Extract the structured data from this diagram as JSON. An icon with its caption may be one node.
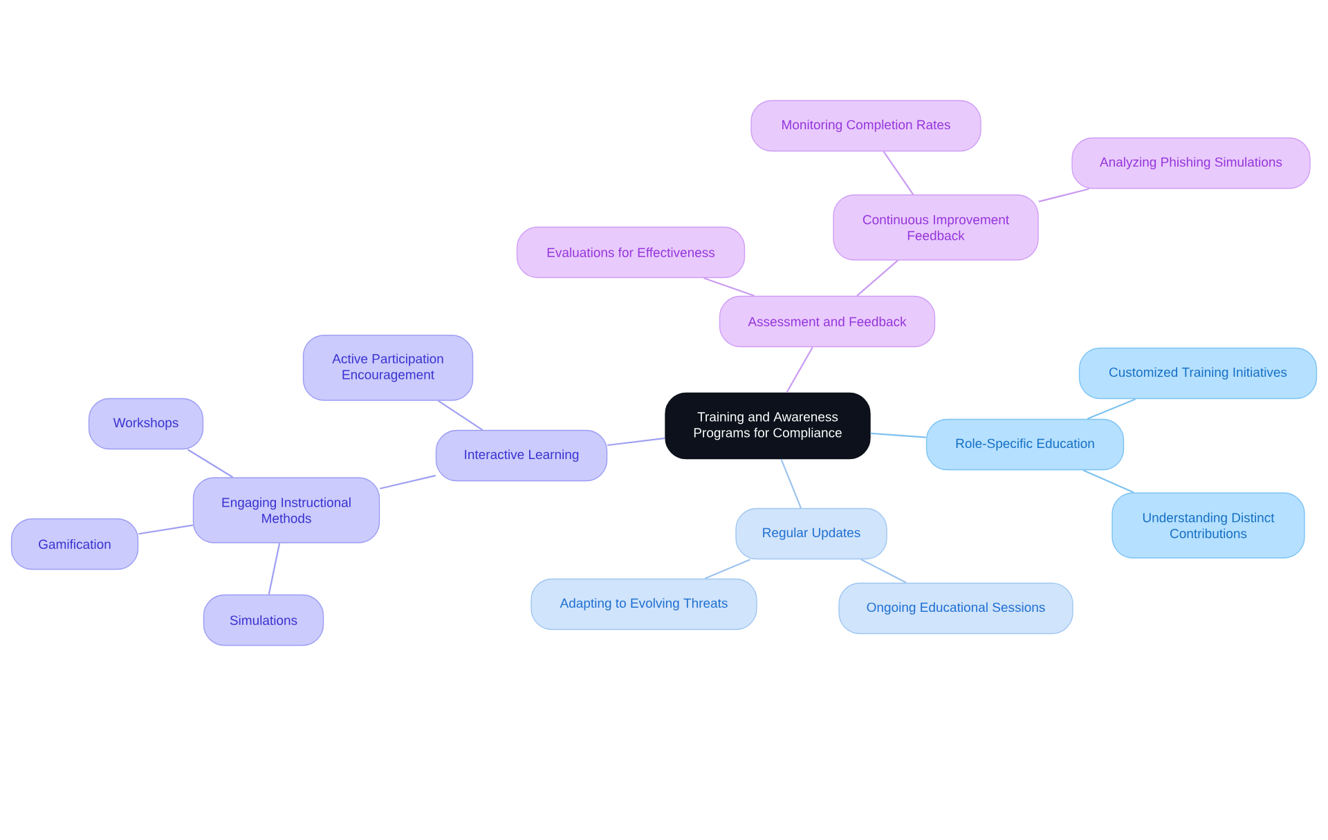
{
  "diagram": {
    "nodes": [
      {
        "text": [
          "Training and Awareness Programs for Compliance"
        ]
      },
      {
        "text": [
          "Assessment and Feedback"
        ]
      },
      {
        "text": [
          "Evaluations for Effectiveness"
        ]
      },
      {
        "text": [
          "Continuous Improvement Feedback"
        ]
      },
      {
        "text": [
          "Monitoring Completion Rates"
        ]
      },
      {
        "text": [
          "Analyzing Phishing Simulations"
        ]
      },
      {
        "text": [
          "Role-Specific Education"
        ]
      },
      {
        "text": [
          "Customized Training Initiatives"
        ]
      },
      {
        "text": [
          "Understanding Distinct Contributions"
        ]
      },
      {
        "text": [
          "Regular Updates"
        ]
      },
      {
        "text": [
          "Adapting to Evolving Threats"
        ]
      },
      {
        "text": [
          "Ongoing Educational Sessions"
        ]
      },
      {
        "text": [
          "Interactive Learning"
        ]
      },
      {
        "text": [
          "Active Participation Encouragement"
        ]
      },
      {
        "text": [
          "Engaging Instructional Methods"
        ]
      },
      {
        "text": [
          "Workshops"
        ]
      },
      {
        "text": [
          "Gamification"
        ]
      },
      {
        "text": [
          "Simulations"
        ]
      }
    ],
    "edges": [
      {
        "from": 0,
        "to": 1,
        "arrow": "none",
        "color": "#c99af2"
      },
      {
        "from": 1,
        "to": 2,
        "arrow": "none",
        "color": "#c99af2"
      },
      {
        "from": 1,
        "to": 3,
        "arrow": "none",
        "color": "#c99af2"
      },
      {
        "from": 3,
        "to": 4,
        "arrow": "none",
        "color": "#c99af2"
      },
      {
        "from": 3,
        "to": 5,
        "arrow": "none",
        "color": "#c99af2"
      },
      {
        "from": 0,
        "to": 6,
        "arrow": "none",
        "color": "#7ec1f0"
      },
      {
        "from": 6,
        "to": 7,
        "arrow": "none",
        "color": "#7ec1f0"
      },
      {
        "from": 6,
        "to": 8,
        "arrow": "none",
        "color": "#7ec1f0"
      },
      {
        "from": 0,
        "to": 9,
        "arrow": "none",
        "color": "#9cc3ee"
      },
      {
        "from": 9,
        "to": 10,
        "arrow": "none",
        "color": "#9cc3ee"
      },
      {
        "from": 9,
        "to": 11,
        "arrow": "none",
        "color": "#9cc3ee"
      },
      {
        "from": 0,
        "to": 12,
        "arrow": "none",
        "color": "#9e9ef3"
      },
      {
        "from": 12,
        "to": 13,
        "arrow": "none",
        "color": "#9e9ef3"
      },
      {
        "from": 12,
        "to": 14,
        "arrow": "none",
        "color": "#9e9ef3"
      },
      {
        "from": 14,
        "to": 15,
        "arrow": "none",
        "color": "#9e9ef3"
      },
      {
        "from": 14,
        "to": 16,
        "arrow": "none",
        "color": "#9e9ef3"
      },
      {
        "from": 14,
        "to": 17,
        "arrow": "none",
        "color": "#9e9ef3"
      }
    ]
  }
}
